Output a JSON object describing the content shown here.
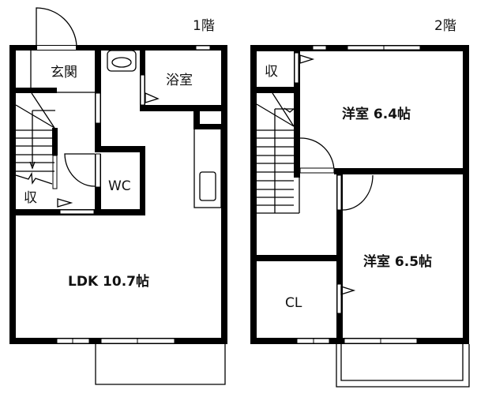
{
  "floor_1": {
    "title": "1階",
    "rooms": {
      "entrance": "玄関",
      "bath": "浴室",
      "wc": "WC",
      "storage": "収",
      "ldk": "LDK 10.7帖"
    }
  },
  "floor_2": {
    "title": "2階",
    "rooms": {
      "storage": "収",
      "western_room_1": "洋室 6.4帖",
      "western_room_2": "洋室 6.5帖",
      "closet": "CL"
    }
  }
}
